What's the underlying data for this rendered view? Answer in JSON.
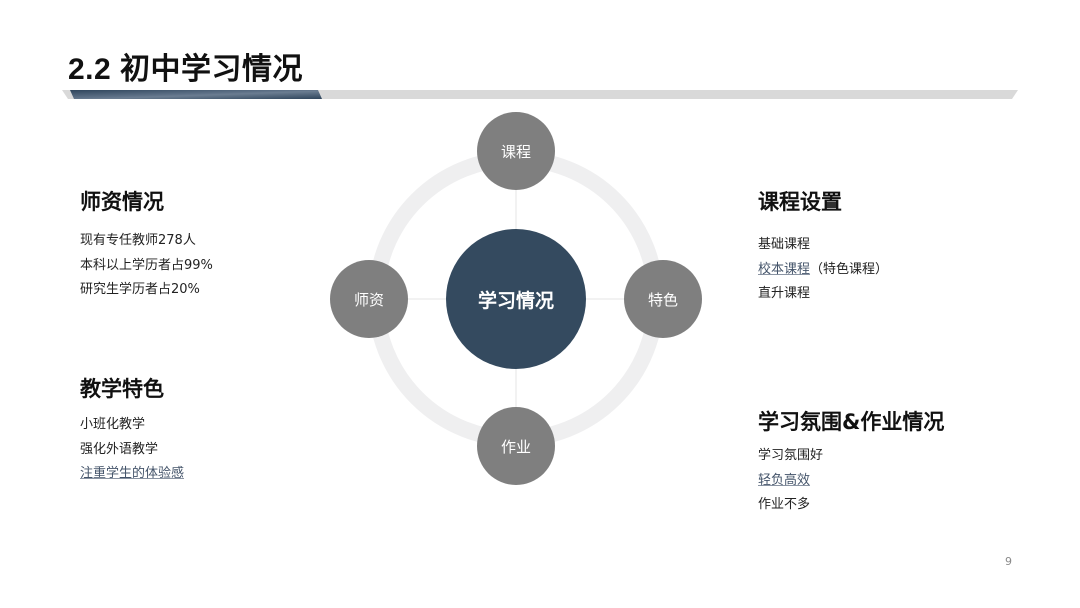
{
  "slide": {
    "title": "2.2 初中学习情况",
    "page_number": "9",
    "colors": {
      "accent_navy": "#344a5f",
      "satellite_gray": "#7f7f7f",
      "ring_gray": "#efeff0",
      "link_color": "#44546a",
      "bar_light": "#d9d9d9"
    }
  },
  "diagram": {
    "center": {
      "label": "学习情况"
    },
    "nodes": [
      {
        "id": "top",
        "label": "课程"
      },
      {
        "id": "right",
        "label": "特色"
      },
      {
        "id": "bottom",
        "label": "作业"
      },
      {
        "id": "left",
        "label": "师资"
      }
    ]
  },
  "sections": {
    "faculty": {
      "heading": "师资情况",
      "items": [
        "现有专任教师278人",
        "本科以上学历者占99%",
        "研究生学历者占20%"
      ]
    },
    "teaching": {
      "heading": "教学特色",
      "items": [
        "小班化教学",
        "强化外语教学",
        "注重学生的体验感"
      ]
    },
    "curriculum": {
      "heading": "课程设置",
      "items": [
        "基础课程",
        "校本课程",
        "（特色课程）",
        "直升课程"
      ]
    },
    "atmosphere": {
      "heading": "学习氛围&作业情况",
      "items": [
        "学习氛围好",
        "轻负高效",
        "作业不多"
      ]
    }
  }
}
